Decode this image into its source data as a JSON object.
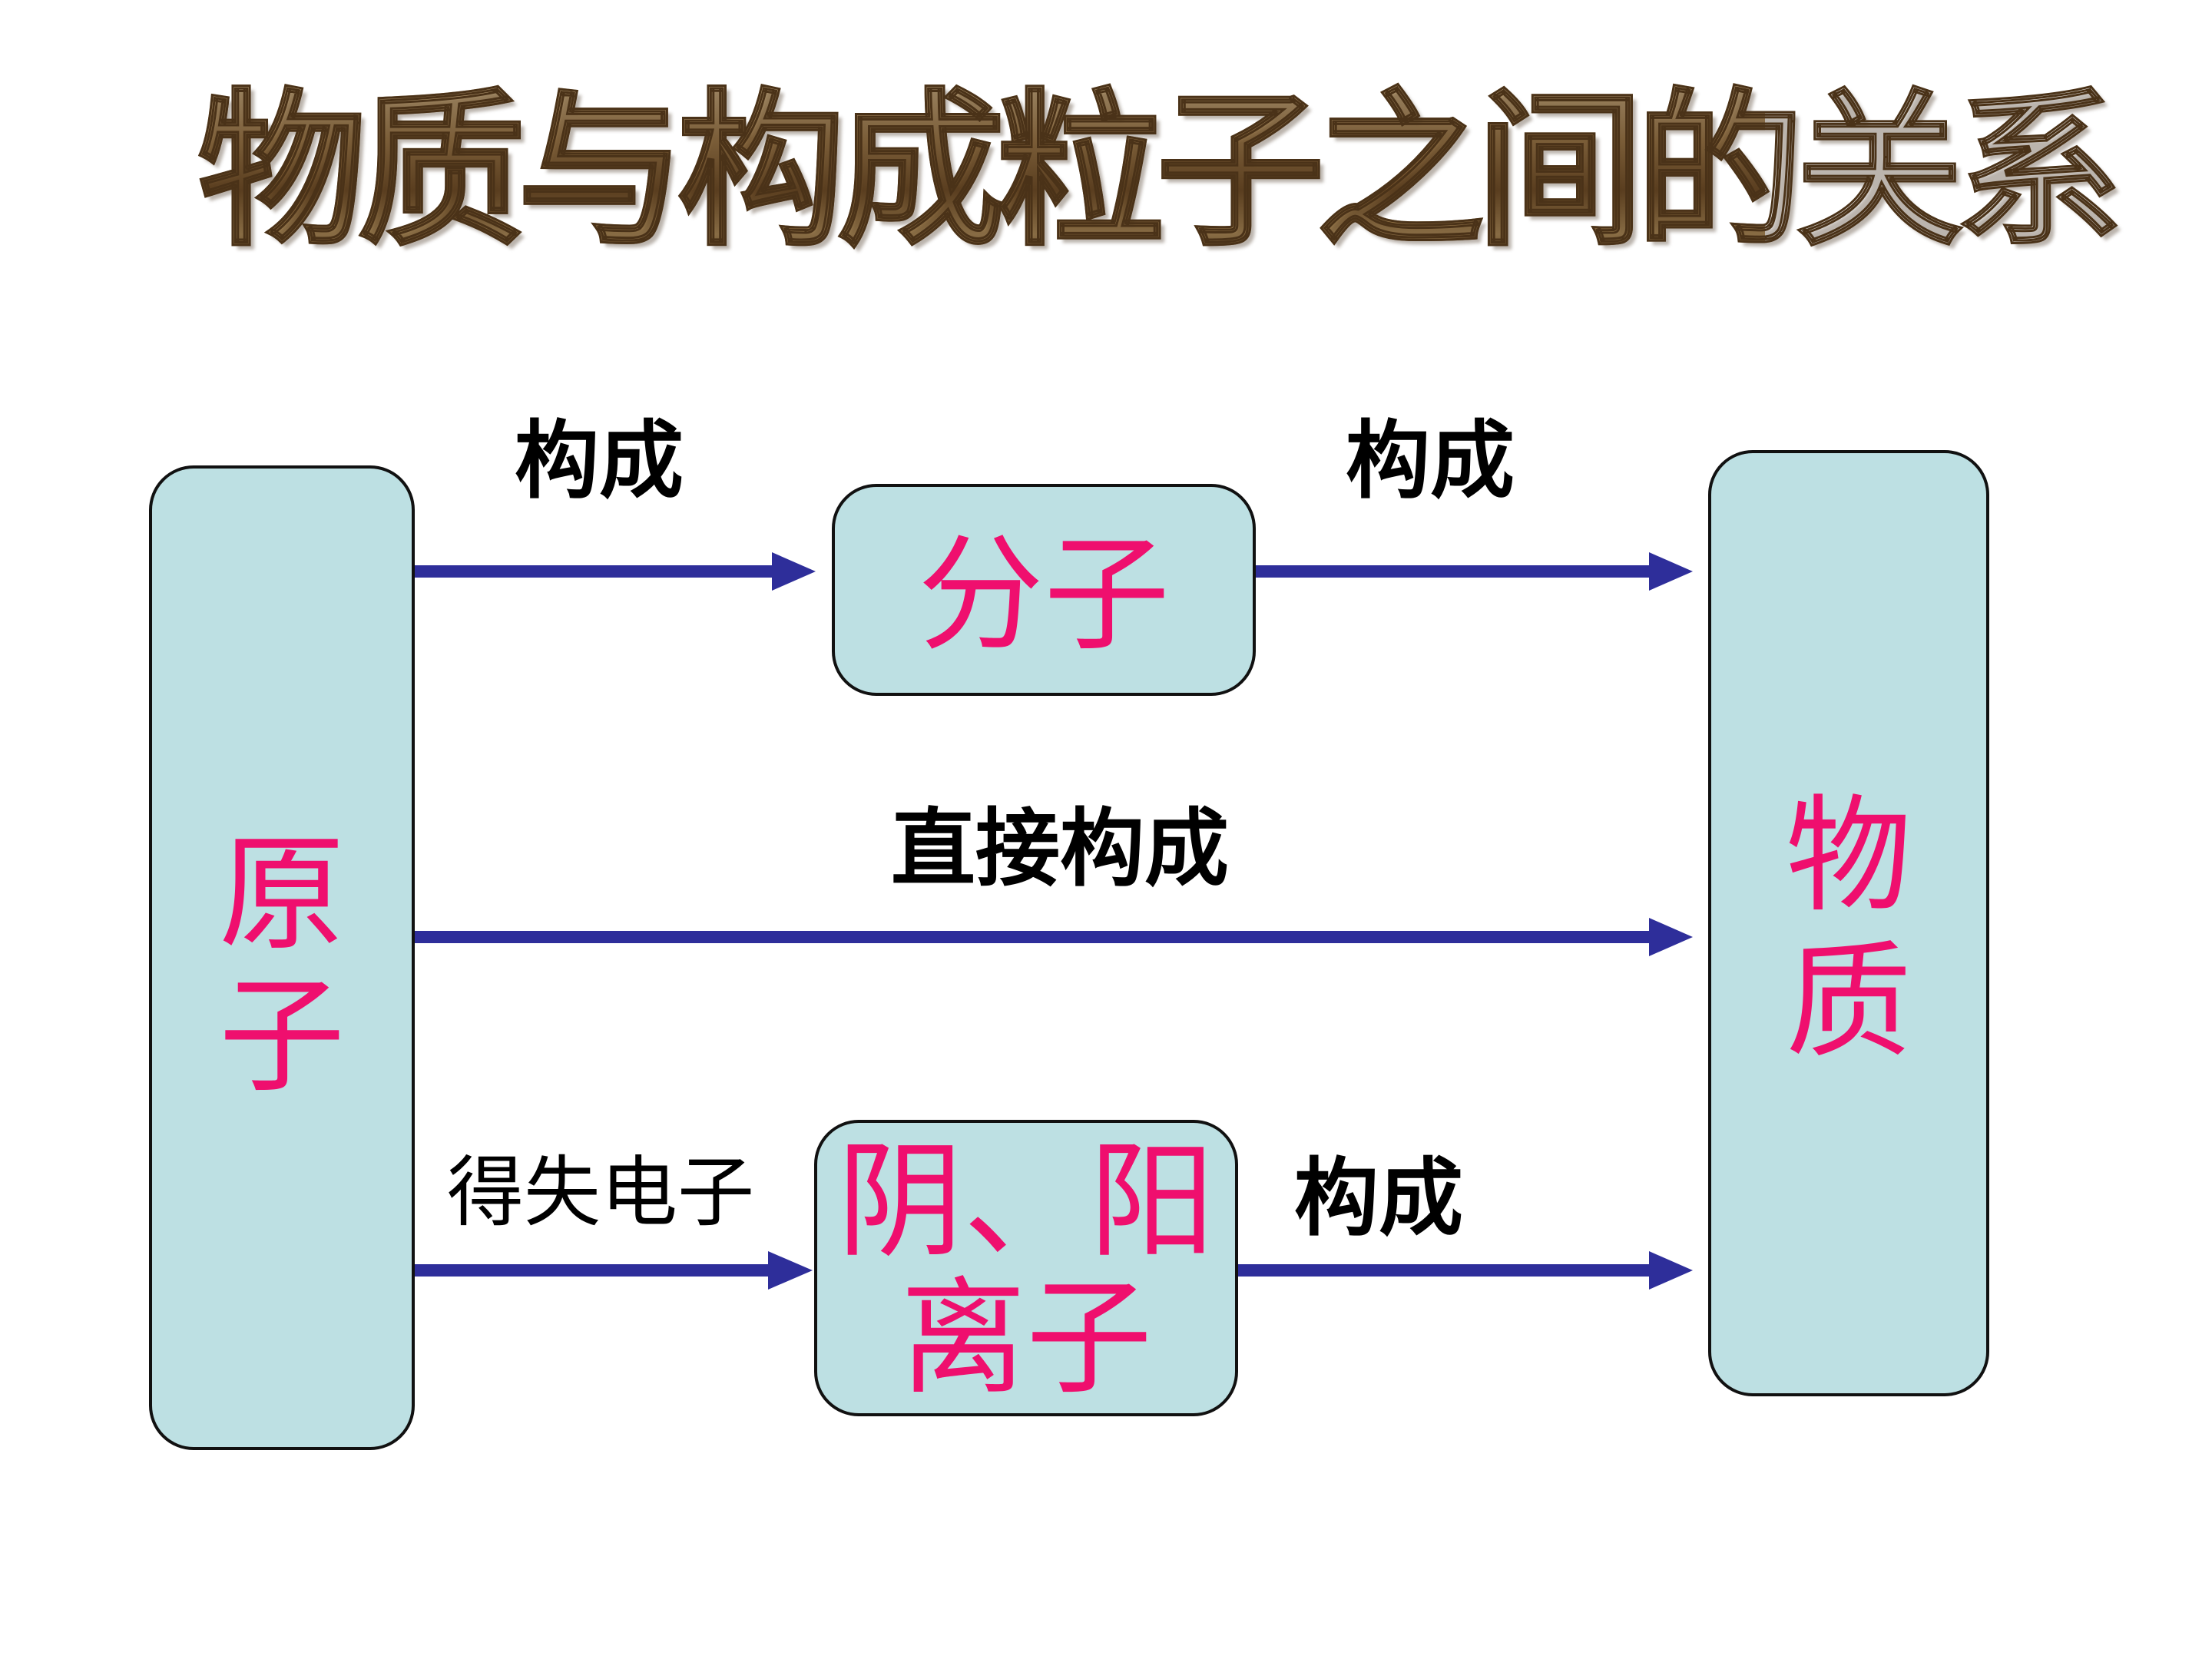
{
  "title": "物质与构成粒子之间的关系",
  "nodes": {
    "atom": {
      "line1": "原",
      "line2": "子"
    },
    "molecule": {
      "label": "分子"
    },
    "ions": {
      "line1": "阴、阳",
      "line2": "离子"
    },
    "matter": {
      "line1": "物",
      "line2": "质"
    }
  },
  "edges": {
    "atom_to_molecule": "构成",
    "molecule_to_matter": "构成",
    "atom_to_matter": "直接构成",
    "atom_to_ions": "得失电子",
    "ions_to_matter": "构成"
  },
  "colors": {
    "node_fill": "#bde0e3",
    "node_text": "#ef0f6e",
    "arrow": "#2e2e9a"
  }
}
